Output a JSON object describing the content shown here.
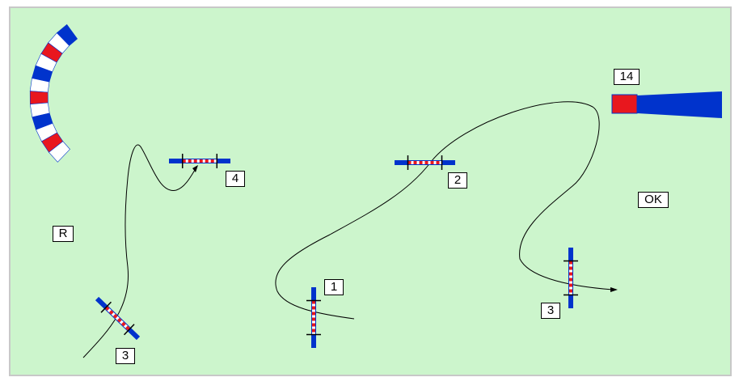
{
  "colors": {
    "background": "#ccf5cc",
    "frame_border": "#c8c8c8",
    "gate_blue": "#0033cc",
    "stripe_red": "#e8171e",
    "stripe_white": "#ffffff",
    "path_line": "#000000"
  },
  "labels": {
    "R": "R",
    "gate1": "1",
    "gate2": "2",
    "gate3_left": "3",
    "gate3_right": "3",
    "gate4": "4",
    "countdown": "14",
    "ok": "OK"
  }
}
